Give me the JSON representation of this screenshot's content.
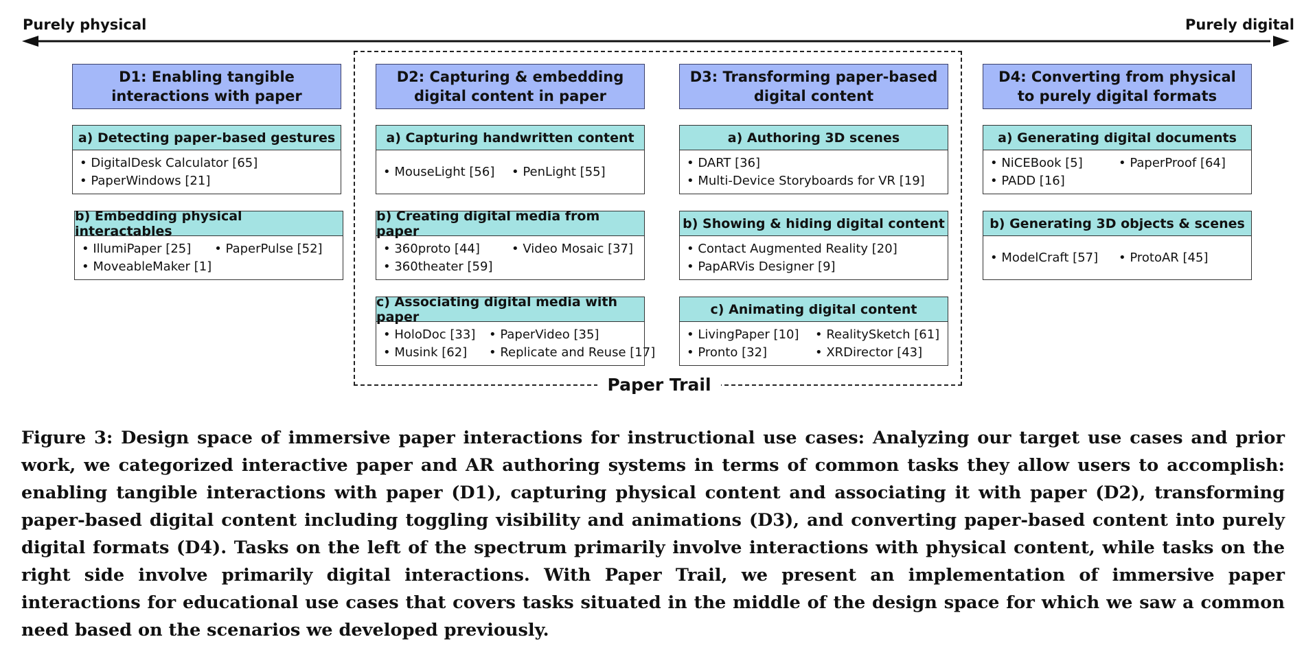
{
  "axis": {
    "left_label": "Purely physical",
    "right_label": "Purely digital"
  },
  "frame_label": "Paper Trail",
  "columns": [
    {
      "title": "D1: Enabling tangible interactions with paper",
      "subs": [
        {
          "title": "a) Detecting paper-based gestures",
          "items": [
            "DigitalDesk Calculator [65]",
            "PaperWindows [21]"
          ]
        },
        {
          "title": "b) Embedding physical interactables",
          "items": [
            "IllumiPaper [25]",
            "PaperPulse [52]",
            "MoveableMaker [1]"
          ]
        }
      ]
    },
    {
      "title": "D2: Capturing & embedding digital content in paper",
      "subs": [
        {
          "title": "a) Capturing handwritten content",
          "items": [
            "MouseLight [56]",
            "PenLight [55]"
          ]
        },
        {
          "title": "b) Creating digital media from paper",
          "items": [
            "360proto  [44]",
            "Video Mosaic [37]",
            "360theater  [59]"
          ]
        },
        {
          "title": "c) Associating digital media with paper",
          "items": [
            "HoloDoc [33]",
            "PaperVideo [35]",
            "Musink [62]",
            "Replicate and Reuse [17]"
          ]
        }
      ]
    },
    {
      "title": "D3: Transforming paper-based digital content",
      "subs": [
        {
          "title": "a) Authoring 3D scenes",
          "items": [
            "DART [36]",
            "Multi-Device Storyboards for VR [19]"
          ]
        },
        {
          "title": "b) Showing & hiding digital content",
          "items": [
            "Contact Augmented Reality [20]",
            "PapARVis Designer [9]"
          ]
        },
        {
          "title": "c) Animating digital content",
          "items": [
            "LivingPaper [10]",
            "RealitySketch [61]",
            "Pronto [32]",
            "XRDirector [43]"
          ]
        }
      ]
    },
    {
      "title": "D4: Converting from physical to purely digital formats",
      "subs": [
        {
          "title": "a) Generating digital documents",
          "items": [
            "NiCEBook [5]",
            "PaperProof [64]",
            "PADD [16]"
          ]
        },
        {
          "title": "b) Generating 3D objects & scenes",
          "items": [
            "ModelCraft [57]",
            "ProtoAR [45]"
          ]
        }
      ]
    }
  ],
  "caption": "Figure 3: Design space of immersive paper interactions for instructional use cases: Analyzing our target use cases and prior work, we categorized interactive paper and AR authoring systems in terms of common tasks they allow users to accomplish: enabling tangible interactions with paper (D1), capturing physical content and associating it with paper (D2), transforming paper-based digital content including toggling visibility and animations (D3), and converting paper-based content into purely digital formats (D4). Tasks on the left of the spectrum primarily involve interactions with physical content, while tasks on the right side involve primarily digital interactions. With Paper Trail, we present an implementation of immersive paper interactions for educational use cases that covers tasks situated in the middle of the design space for which we saw a common need based on the scenarios we developed previously."
}
